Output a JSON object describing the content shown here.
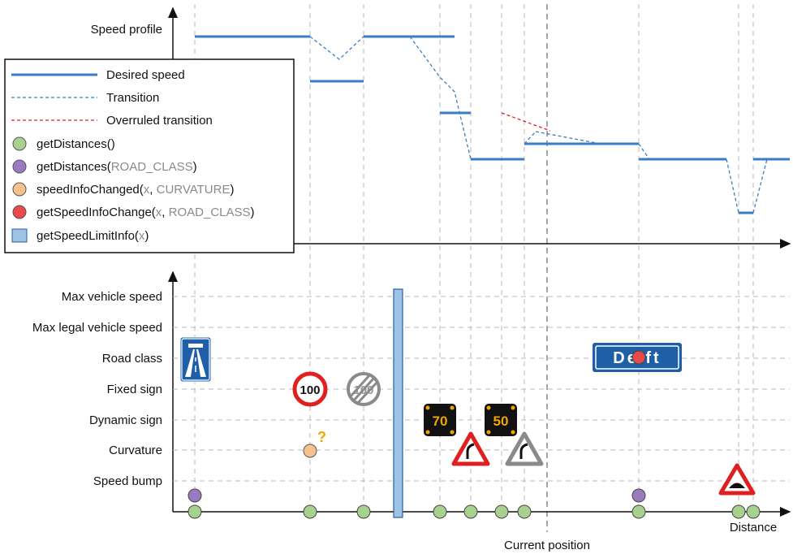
{
  "upper_y_label": "Speed profile",
  "rows": [
    "Max vehicle speed",
    "Max legal vehicle speed",
    "Road class",
    "Fixed sign",
    "Dynamic sign",
    "Curvature",
    "Speed bump"
  ],
  "x_axis_label": "Distance",
  "current_position_label": "Current position",
  "legend": {
    "desired_speed": "Desired speed",
    "transition": "Transition",
    "overruled_transition": "Overruled transition",
    "get_distances": "getDistances()",
    "get_distances_road_class": {
      "fn": "getDistances(",
      "arg": "ROAD_CLASS",
      "close": ")"
    },
    "speed_info_changed": {
      "fn": "speedInfoChanged(",
      "arg1": "x",
      "sep": ", ",
      "arg2": "CURVATURE",
      "close": ")"
    },
    "get_speed_info_change": {
      "fn": "getSpeedInfoChange(",
      "arg1": "x",
      "sep": ", ",
      "arg2": "ROAD_CLASS",
      "close": ")"
    },
    "get_speed_limit_info": {
      "fn": "getSpeedLimitInfo(",
      "arg": "x",
      "close": ")"
    }
  },
  "signs": {
    "fixed_speed_limit": "100",
    "fixed_end_limit": "100",
    "dynamic_sign_1": "70",
    "dynamic_sign_2": "50",
    "road_class_town": "Delft",
    "curvature_question": "?"
  },
  "colors": {
    "desired_speed": "#3a7dc4",
    "overruled": "#e02020",
    "get_distances": "#a9d18e",
    "get_distances_road_class": "#9b7bbf",
    "speed_info_changed": "#f5c28e",
    "get_speed_info_change": "#e84a4a",
    "get_speed_limit_info": "#9dc3e6"
  }
}
